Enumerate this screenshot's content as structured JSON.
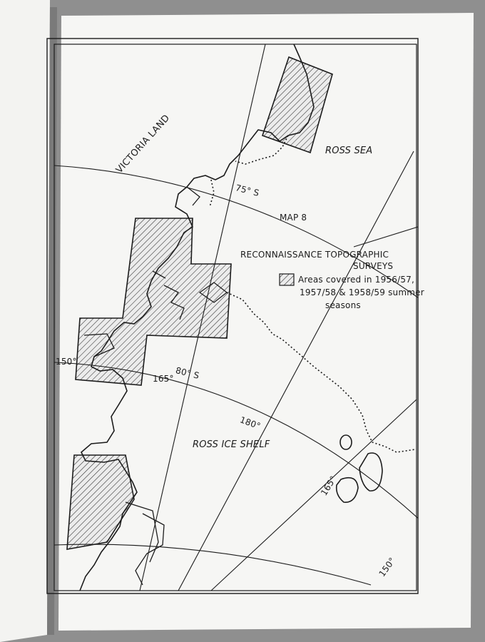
{
  "map": {
    "sea_label": "ROSS SEA",
    "land_label": "VICTORIA LAND",
    "map_number": "MAP 8",
    "title_line1": "RECONNAISSANCE TOPOGRAPHIC",
    "title_line2": "SURVEYS",
    "ice_shelf_label": "ROSS ICE SHELF",
    "latitudes": [
      "75° S",
      "80° S"
    ],
    "longitudes": [
      "150°",
      "165°",
      "180°",
      "165°",
      "150°"
    ]
  },
  "legend": {
    "line1": "Areas covered in 1956/57,",
    "line2": "1957/58 & 1958/59 summer",
    "line3": "seasons"
  },
  "colors": {
    "paper": "#f6f6f4",
    "ink": "#1c1c1c",
    "background": "#9a9a9a"
  }
}
